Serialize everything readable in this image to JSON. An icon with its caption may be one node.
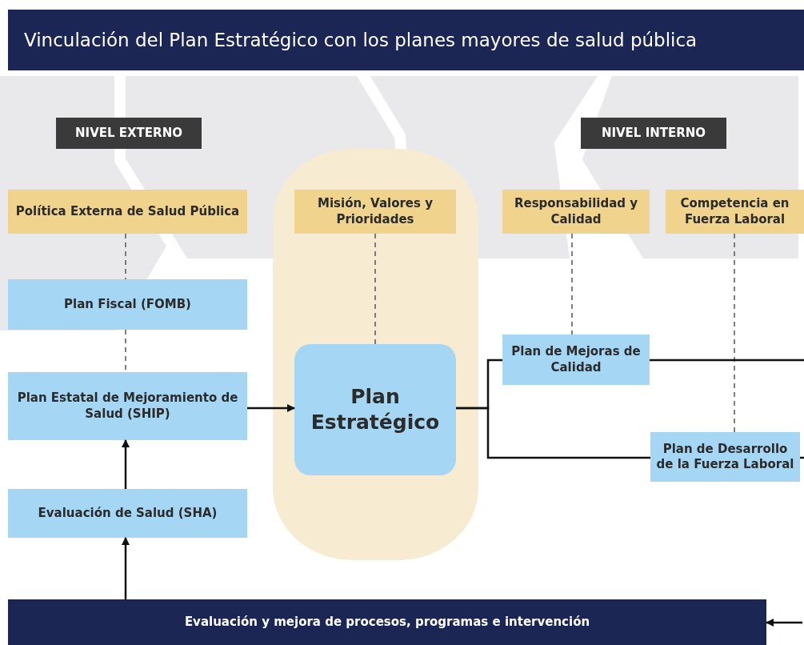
{
  "diagram": {
    "title": "Vinculación del Plan Estratégico con los planes mayores de salud pública",
    "nodes": [
      {
        "text": [
          "NIVEL EXTERNO"
        ]
      },
      {
        "text": [
          "Política Externa de Salud Pública"
        ]
      },
      {
        "text": [
          "Plan Fiscal (FOMB)"
        ]
      },
      {
        "text": [
          "Plan Estatal de Mejoramiento de Salud (SHIP)"
        ]
      },
      {
        "text": [
          "Evaluación de Salud (SHA)"
        ]
      },
      {
        "text": [],
        "shape": "band"
      },
      {
        "text": [
          "Misión, Valores y Prioridades"
        ],
        "in": 5
      },
      {
        "text": [
          "Plan Estratégico"
        ],
        "in": 5
      },
      {
        "text": [
          "NIVEL INTERNO"
        ]
      },
      {
        "text": [
          "Responsabilidad y Calidad"
        ]
      },
      {
        "text": [
          "Competencia en Fuerza Laboral"
        ]
      },
      {
        "text": [
          "Plan de Mejoras de Calidad"
        ]
      },
      {
        "text": [
          "Plan de Desarrollo de la Fuerza Laboral"
        ]
      },
      {
        "text": [
          "Evaluación y mejora de procesos, programas e intervención"
        ]
      }
    ],
    "edges": [
      {
        "from": 1,
        "to": 2,
        "arrow": "none",
        "style": "dashed",
        "color": "#555555"
      },
      {
        "from": 2,
        "to": 3,
        "arrow": "none",
        "style": "dashed",
        "color": "#555555"
      },
      {
        "from": 3,
        "to": 7,
        "arrow": "to"
      },
      {
        "from": 4,
        "to": 3,
        "arrow": "to"
      },
      {
        "from": 13,
        "to": 4,
        "arrow": "to"
      },
      {
        "from": 6,
        "to": 7,
        "arrow": "none",
        "style": "dashed",
        "color": "#555555"
      },
      {
        "from": 7,
        "to": 11,
        "arrow": "none"
      },
      {
        "from": 7,
        "to": 12,
        "arrow": "none"
      },
      {
        "from": 9,
        "to": 11,
        "arrow": "none",
        "style": "dashed",
        "color": "#555555"
      },
      {
        "from": 10,
        "to": 12,
        "arrow": "none",
        "style": "dashed",
        "color": "#555555"
      },
      {
        "from": 11,
        "to": null,
        "arrow": "none"
      },
      {
        "from": 12,
        "to": null,
        "arrow": "none"
      },
      {
        "from": null,
        "to": 13,
        "arrow": "to"
      }
    ]
  }
}
